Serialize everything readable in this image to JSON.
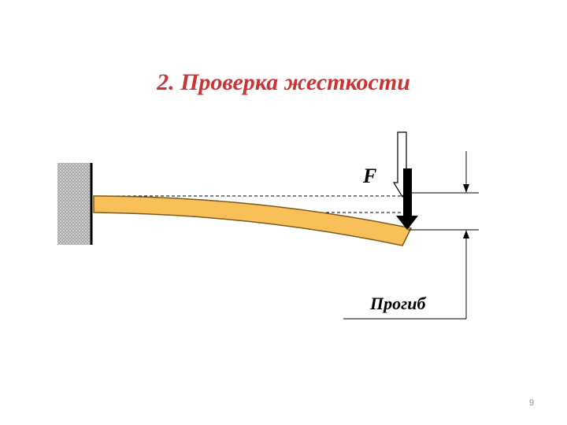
{
  "slide": {
    "title": "2. Проверка жесткости",
    "page_number": "9"
  },
  "diagram": {
    "force_label": "F",
    "deflection_label": "Прогиб",
    "colors": {
      "title": "#cc3333",
      "beam_fill": "#f9c05a",
      "beam_stroke": "#7a5a1a",
      "wall": "#b0b0b0"
    }
  }
}
